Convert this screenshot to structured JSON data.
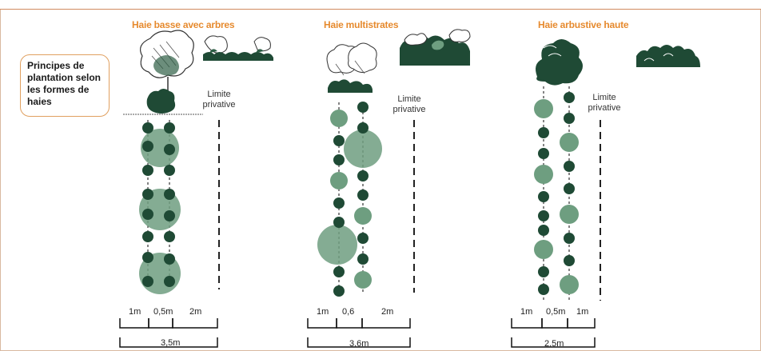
{
  "panel": {
    "principles_text": [
      "Principes de",
      "plantation selon",
      "les formes de",
      "haies"
    ]
  },
  "sections": [
    {
      "title": "Haie basse avec arbres",
      "limit_label": [
        "Limite",
        "privative"
      ],
      "segments": [
        "1m",
        "0,5m",
        "2m"
      ],
      "total": "3,5m"
    },
    {
      "title": "Haie multistrates",
      "limit_label": [
        "Limite",
        "privative"
      ],
      "segments": [
        "1m",
        "0,6",
        "2m"
      ],
      "total": "3,6m"
    },
    {
      "title": "Haie arbustive haute",
      "limit_label": [
        "Limite",
        "privative"
      ],
      "segments": [
        "1m",
        "0,5m",
        "1m"
      ],
      "total": "2,5m"
    }
  ],
  "colors": {
    "title_orange": "#e68a2e",
    "dark_green": "#1f4a35",
    "mid_green": "#6e9e80",
    "border_orange": "#e0a060"
  }
}
